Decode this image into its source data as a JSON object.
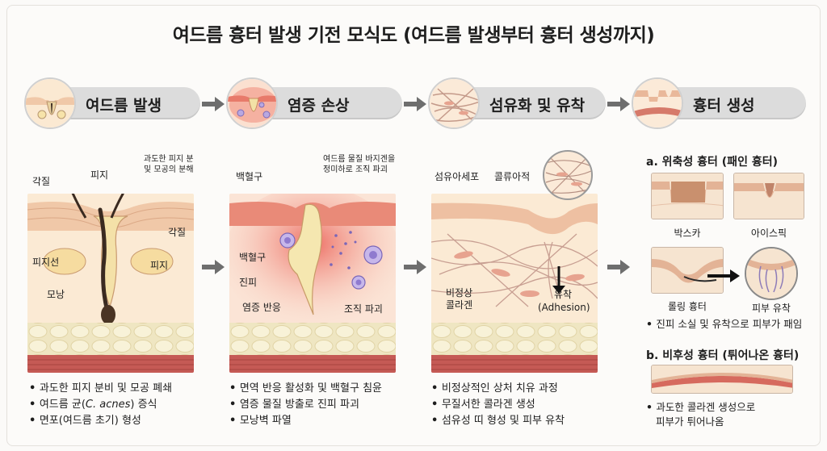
{
  "title": "여드름 흉터 발생 기전 모식도 (여드름 발생부터 흉터 생성까지)",
  "stages": [
    {
      "label": "여드름 발생"
    },
    {
      "label": "염증 손상"
    },
    {
      "label": "섬유화 및 유착"
    },
    {
      "label": "흉터 생성"
    }
  ],
  "panel1": {
    "labels": {
      "stratum": "각질",
      "sebum": "피지",
      "excess_sebum": "과도한 피지 분\n및 모공의 분해",
      "stratum2": "각질",
      "sebaceous_gland": "피지선",
      "sebum2": "피지",
      "follicle": "모낭"
    },
    "bullets": [
      "과도한 피지 분비 및 모공 폐쇄",
      "여드름 균(",
      "C. acnes",
      ") 증식",
      "면포(여드름 초기) 형성"
    ]
  },
  "panel2": {
    "labels": {
      "leukocyte_top": "백혈구",
      "acne_material": "여드름 물질 바지겐을\n정미하로 조직 파괴",
      "leukocyte": "백혈구",
      "dermis": "진피",
      "inflammation": "염증 반응",
      "tissue_destruction": "조직 파괴"
    },
    "bullets": [
      "면역 반응 활성화 및 백혈구 침윤",
      "염증 물질 방출로 진피 파괴",
      "모낭벽 파열"
    ]
  },
  "panel3": {
    "labels": {
      "fibroblast": "섬유아세포",
      "collagen": "콜류아적",
      "abnormal_collagen": "비정상\n콜라겐",
      "adhesion_ko": "유착",
      "adhesion_en": "(Adhesion)"
    },
    "bullets": [
      "비정상적인 상처 치유 과정",
      "무질서한 콜라겐 생성",
      "섬유성 띠 형성 및 피부 유착"
    ]
  },
  "right": {
    "atrophic_title": "a. 위축성 흉터 (패인 흉터)",
    "boxcar": "박스카",
    "icepick": "아이스픽",
    "rolling": "롤링 흉터",
    "skin_adhesion": "피부 유착",
    "atrophic_bullet": "진피 소실 및 유착으로 피부가 패임",
    "hypertrophic_title": "b. 비후성 흉터 (튀어나온 흉터)",
    "hypertrophic_bullet_1": "과도한 콜라겐 생성으로",
    "hypertrophic_bullet_2": "피부가 튀어나옴"
  },
  "colors": {
    "skin_top": "#f0c8a8",
    "dermis": "#fbe9d2",
    "fat": "#f5efcf",
    "muscle": "#c55a55",
    "inflammation": "#e8453c",
    "arrow": "#6e6e6e"
  }
}
